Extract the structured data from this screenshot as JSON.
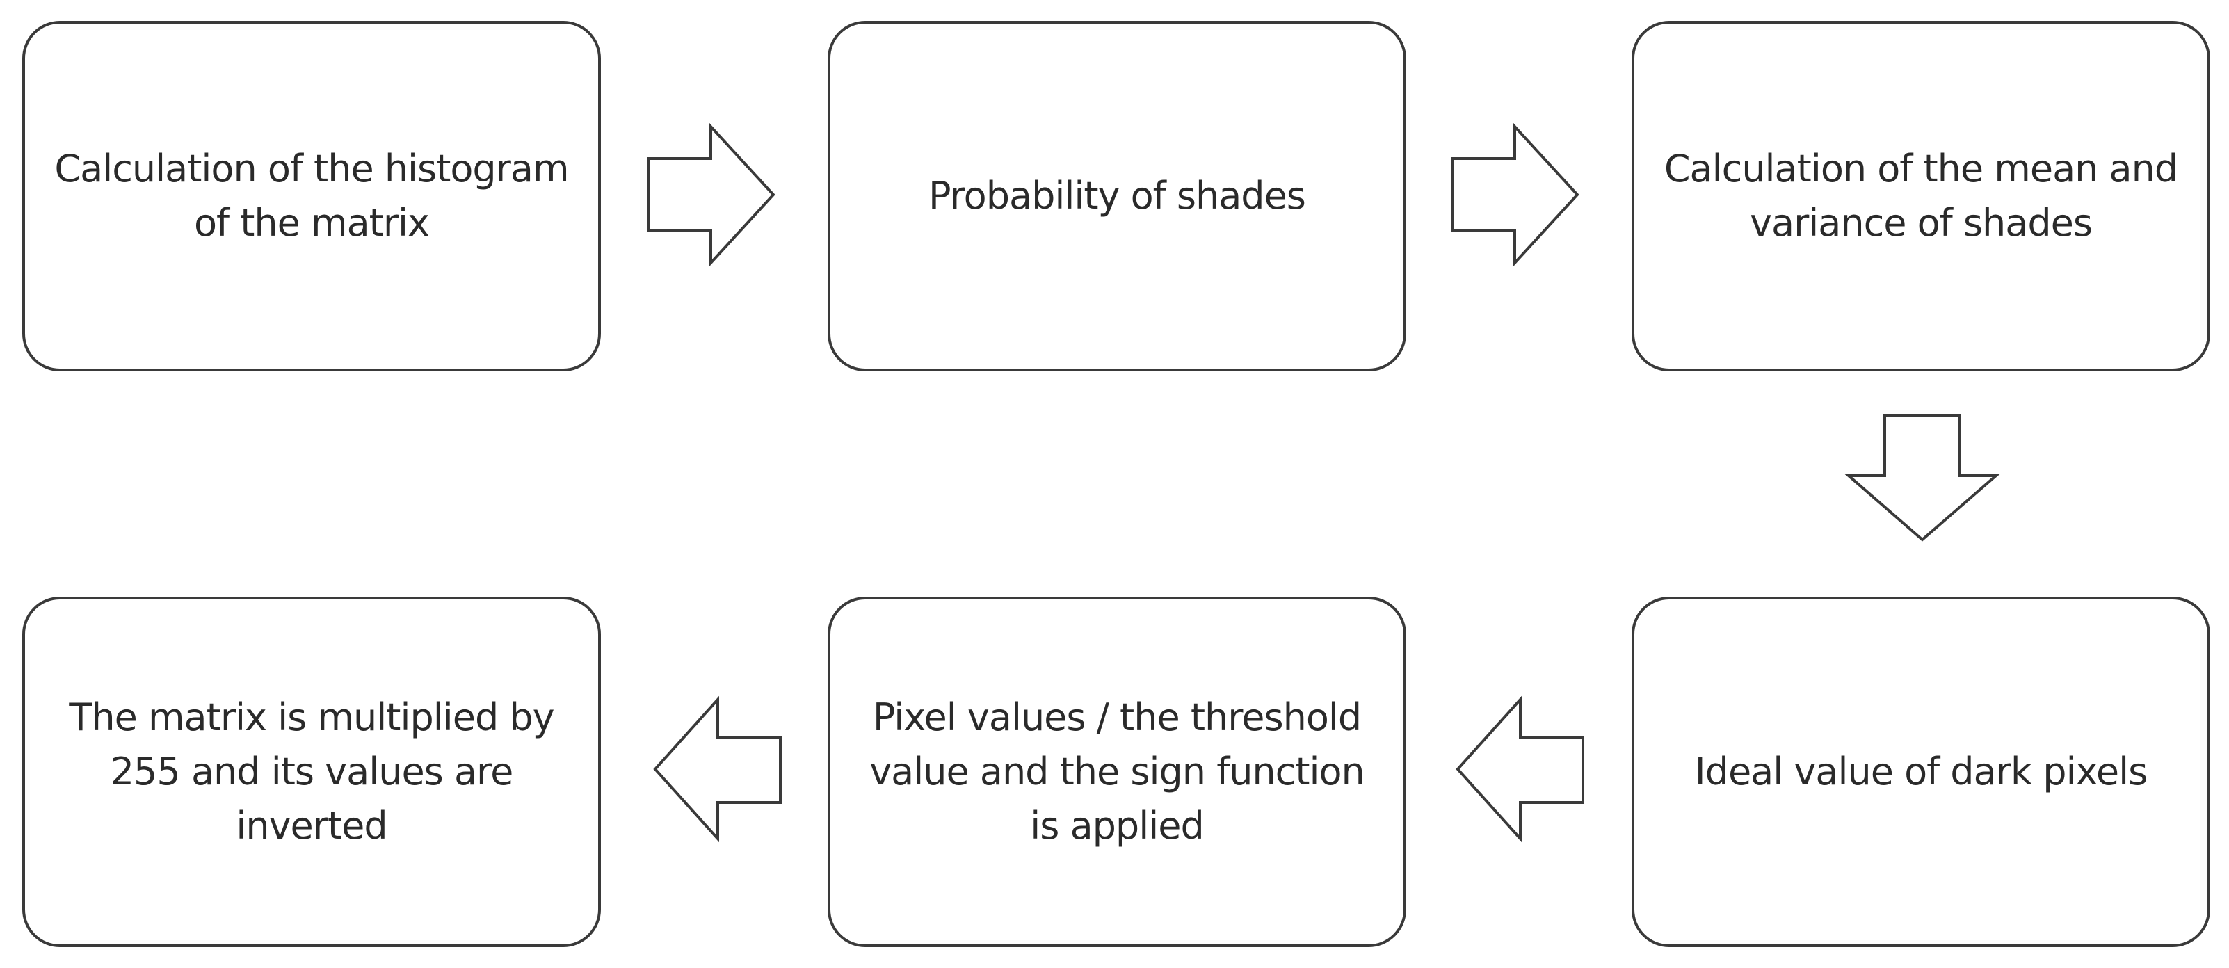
{
  "diagram": {
    "steps": [
      {
        "text": "Calculation of the histogram of the matrix"
      },
      {
        "text": "Probability of shades"
      },
      {
        "text": "Calculation of the mean and variance of shades"
      },
      {
        "text": "Ideal value of dark pixels"
      },
      {
        "text": "Pixel values / the threshold value and the sign function is applied"
      },
      {
        "text": "The matrix is multiplied by 255 and its values are inverted"
      }
    ],
    "connectors": [
      {
        "from": 1,
        "to": 2,
        "direction": "right"
      },
      {
        "from": 2,
        "to": 3,
        "direction": "right"
      },
      {
        "from": 3,
        "to": 4,
        "direction": "down"
      },
      {
        "from": 4,
        "to": 5,
        "direction": "left"
      },
      {
        "from": 5,
        "to": 6,
        "direction": "left"
      }
    ],
    "colors": {
      "stroke": "#3a3a3a",
      "fill": "#ffffff",
      "text": "#2a2a2a"
    }
  }
}
